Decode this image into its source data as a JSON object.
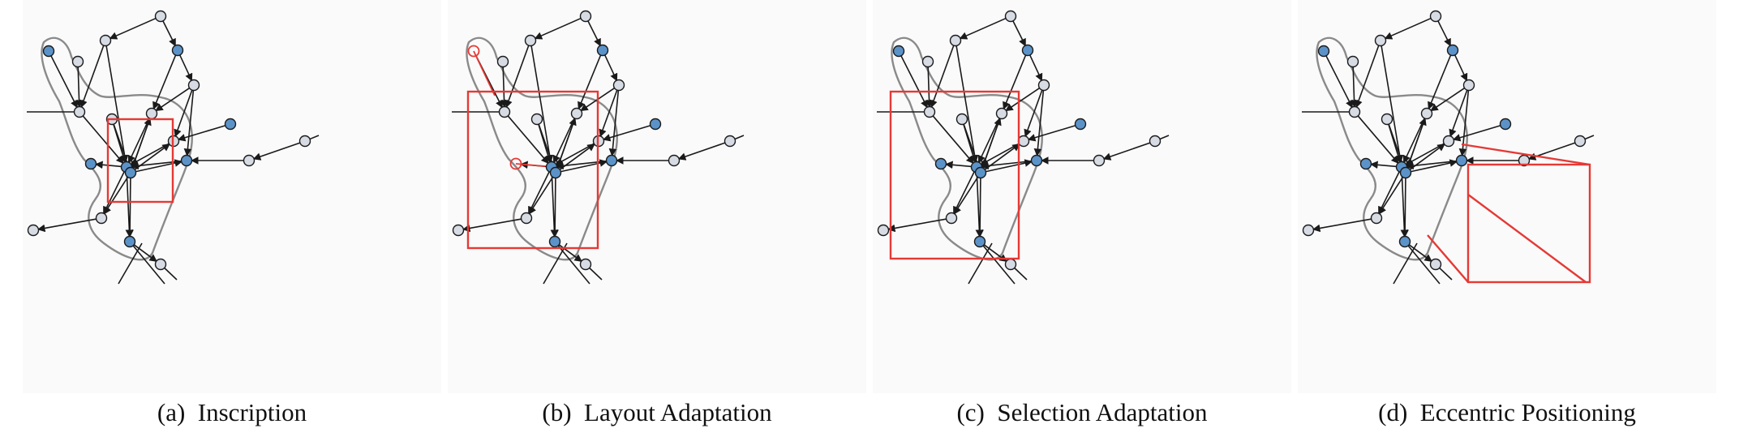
{
  "colors": {
    "background": "#fafafa",
    "edge": "#1a1a1a",
    "node_blue": "#5b93c9",
    "node_light": "#d6dbe4",
    "node_stroke": "#1a1a1a",
    "cluster_outline": "#8a8a8a",
    "highlight": "#e53935"
  },
  "panels": [
    {
      "id": "a",
      "caption": "(a)  Inscription"
    },
    {
      "id": "b",
      "caption": "(b)  Layout Adaptation"
    },
    {
      "id": "c",
      "caption": "(c)  Selection Adaptation"
    },
    {
      "id": "d",
      "caption": "(d)  Eccentric Positioning"
    }
  ]
}
